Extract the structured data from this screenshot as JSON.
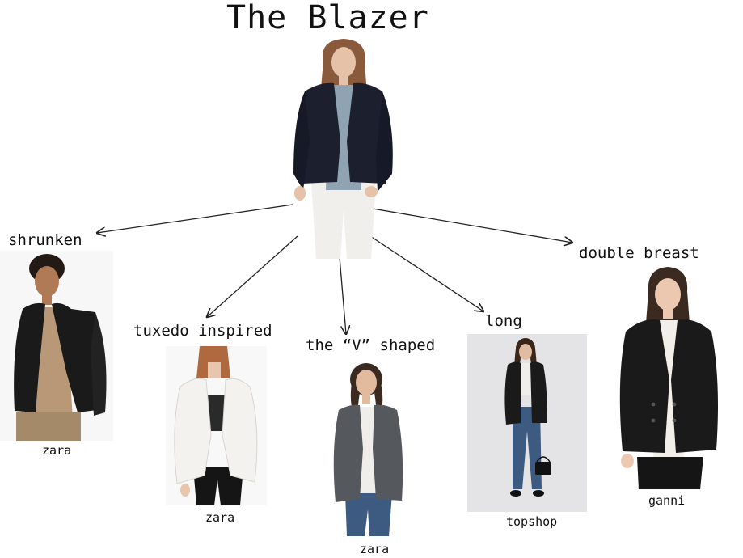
{
  "title": "The Blazer",
  "styles": [
    {
      "label": "shrunken",
      "brand": "zara"
    },
    {
      "label": "tuxedo inspired",
      "brand": "zara"
    },
    {
      "label": "the “V” shaped",
      "brand": "zara"
    },
    {
      "label": "long",
      "brand": "topshop"
    },
    {
      "label": "double breast",
      "brand": "ganni"
    }
  ],
  "colors": {
    "navy_blazer": "#1b1f2e",
    "black_blazer": "#1a1a1a",
    "white_blazer": "#f4f2ee",
    "grey_blazer": "#55585c",
    "chambray": "#8fa3b3",
    "denim": "#3d5a80",
    "skin": "#e6c2a8",
    "hair_auburn": "#8a5a3c",
    "hair_dark": "#3a2a20"
  }
}
